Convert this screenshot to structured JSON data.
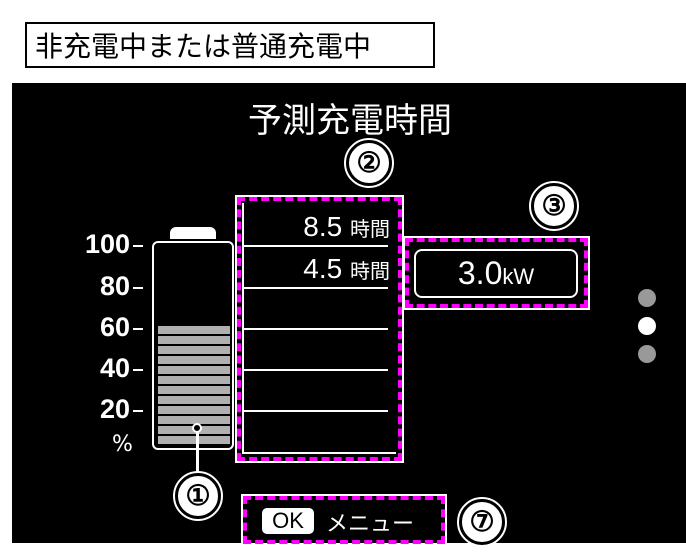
{
  "status_label": "非充電中または普通充電中",
  "title": "予測充電時間",
  "axis": {
    "ticks": [
      "100",
      "80",
      "60",
      "40",
      "20"
    ],
    "unit": "%"
  },
  "battery": {
    "level_percent": 60
  },
  "times": [
    {
      "value": "8.5",
      "unit": "時間"
    },
    {
      "value": "4.5",
      "unit": "時間"
    }
  ],
  "power": {
    "value": "3.0",
    "unit": "kW"
  },
  "callouts": {
    "c1": "①",
    "c2": "②",
    "c3": "③",
    "c7": "⑦"
  },
  "footer": {
    "ok_label": "OK",
    "menu_label": "メニュー"
  },
  "page_dots": {
    "count": 3,
    "active": 1
  }
}
